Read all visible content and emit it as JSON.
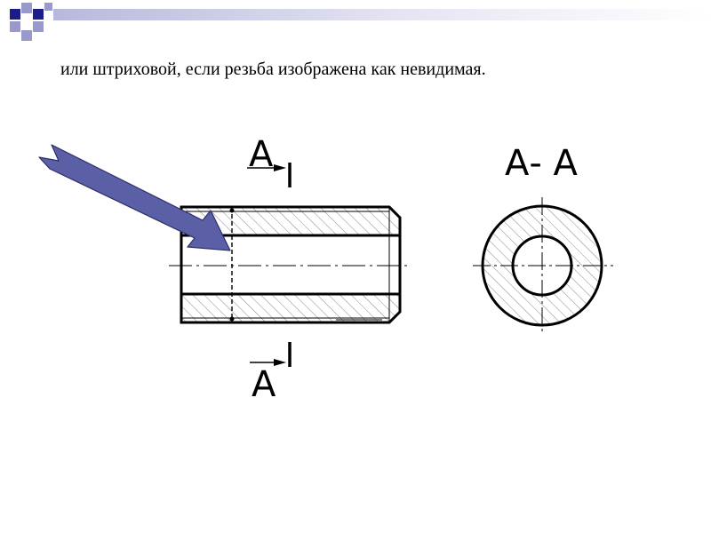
{
  "slide": {
    "caption": "или штриховой, если резьба изображена как невидимая."
  },
  "colors": {
    "accent_dark": "#1c1c8c",
    "accent_light": "#9999cc",
    "header_gradient_start": "#b8b8dc",
    "arrow_fill": "#5b5fa6",
    "arrow_stroke": "#2c2f66",
    "hatch": "#888888"
  },
  "drawing": {
    "section_mark_top": "А",
    "section_mark_bottom": "А",
    "section_title": "А- А"
  }
}
